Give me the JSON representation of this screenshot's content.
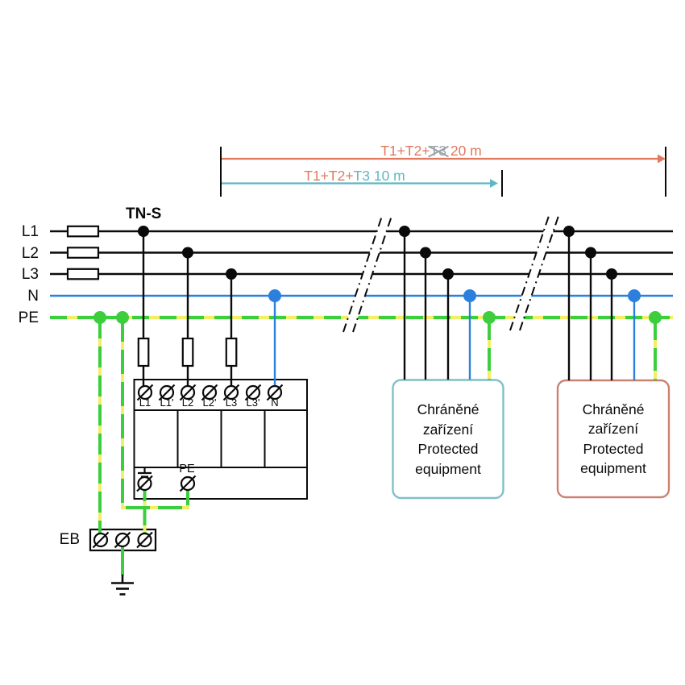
{
  "annotations": {
    "dim20": {
      "prefix": "T1+T2+",
      "struck": "T3",
      "suffix": " 20 m",
      "color": "#e0795e",
      "struck_color": "#9aa1a8",
      "length": "20 m"
    },
    "dim10": {
      "prefix": "T1+T2+",
      "suffix": "T3 10 m",
      "prefix_color": "#e0795e",
      "color": "#5fb7c6",
      "length": "10 m"
    }
  },
  "bus": {
    "system_label": "TN-S",
    "labels": [
      "L1",
      "L2",
      "L3",
      "N",
      "PE"
    ],
    "phase_color": "#0a0a0a",
    "neutral_color": "#2b80dd",
    "pe_green": "#3dce3d",
    "pe_yellow": "#f2ee65"
  },
  "spd": {
    "terminal_labels": [
      "L1",
      "L1'",
      "L2",
      "L2'",
      "L3",
      "L3'",
      "N"
    ],
    "pe_terminal_label": "PE"
  },
  "earth_bar": {
    "label": "EB"
  },
  "protected_boxes": [
    {
      "lines": [
        "Chráněné",
        "zařízení",
        "Protected",
        "equipment"
      ],
      "border_color": "#7fc0c8"
    },
    {
      "lines": [
        "Chráněné",
        "zařízení",
        "Protected",
        "equipment"
      ],
      "border_color": "#c98272"
    }
  ]
}
